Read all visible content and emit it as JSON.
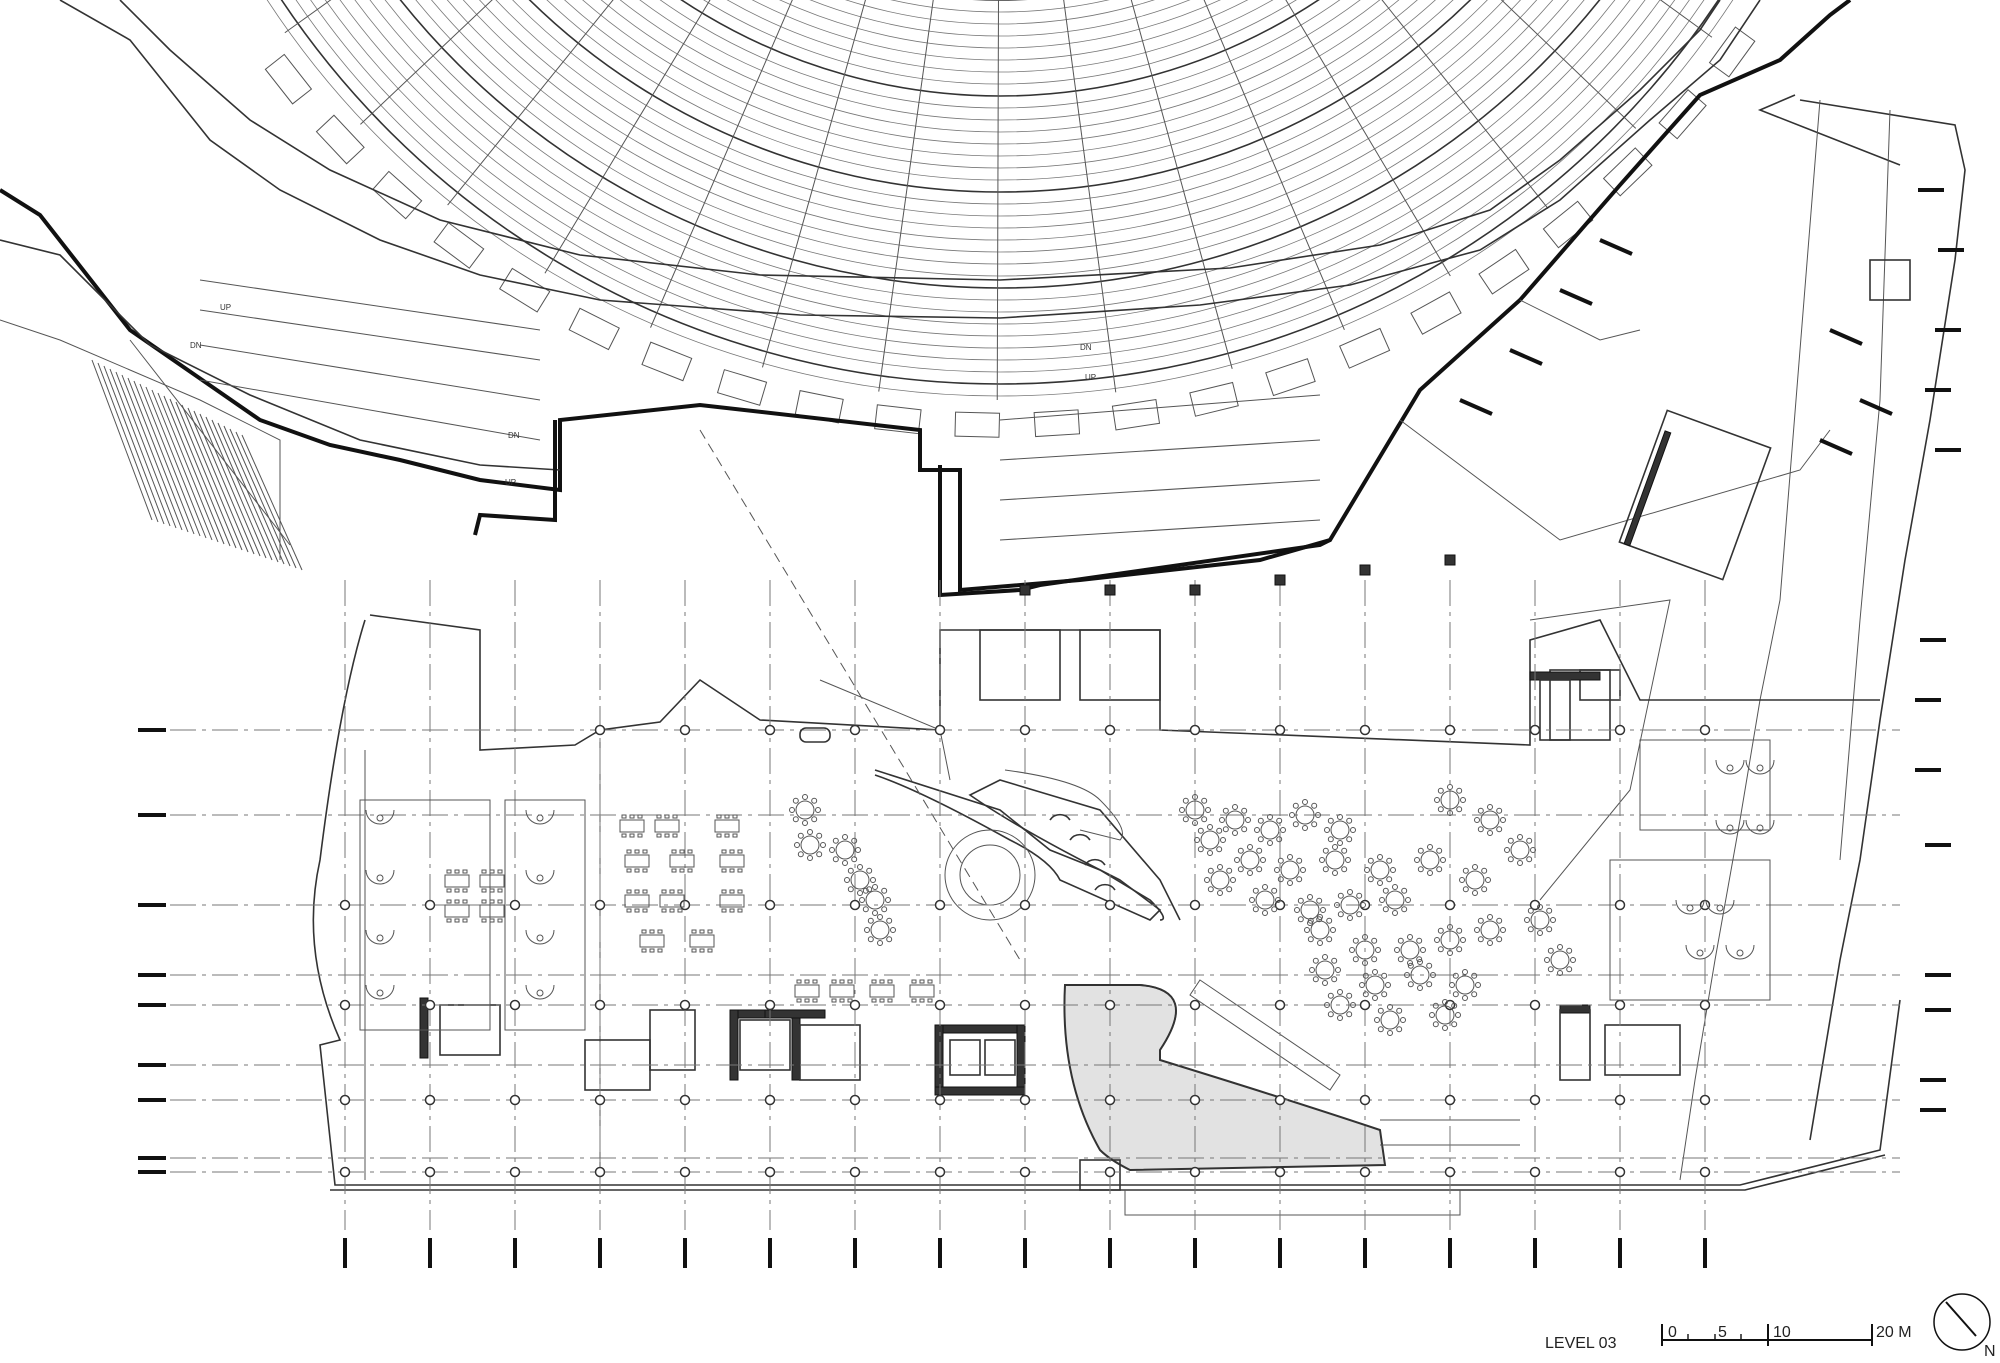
{
  "drawing": {
    "level_label": "LEVEL 03",
    "north_label": "N",
    "scale_bar": {
      "ticks": [
        "0",
        "5",
        "10",
        "20 M"
      ],
      "values_m": [
        0,
        5,
        10,
        20
      ]
    },
    "stair_labels": [
      "UP",
      "DN",
      "DN",
      "UP",
      "DN",
      "UP"
    ],
    "line_color": "#333333",
    "shade_color": "#e2e2e2"
  }
}
